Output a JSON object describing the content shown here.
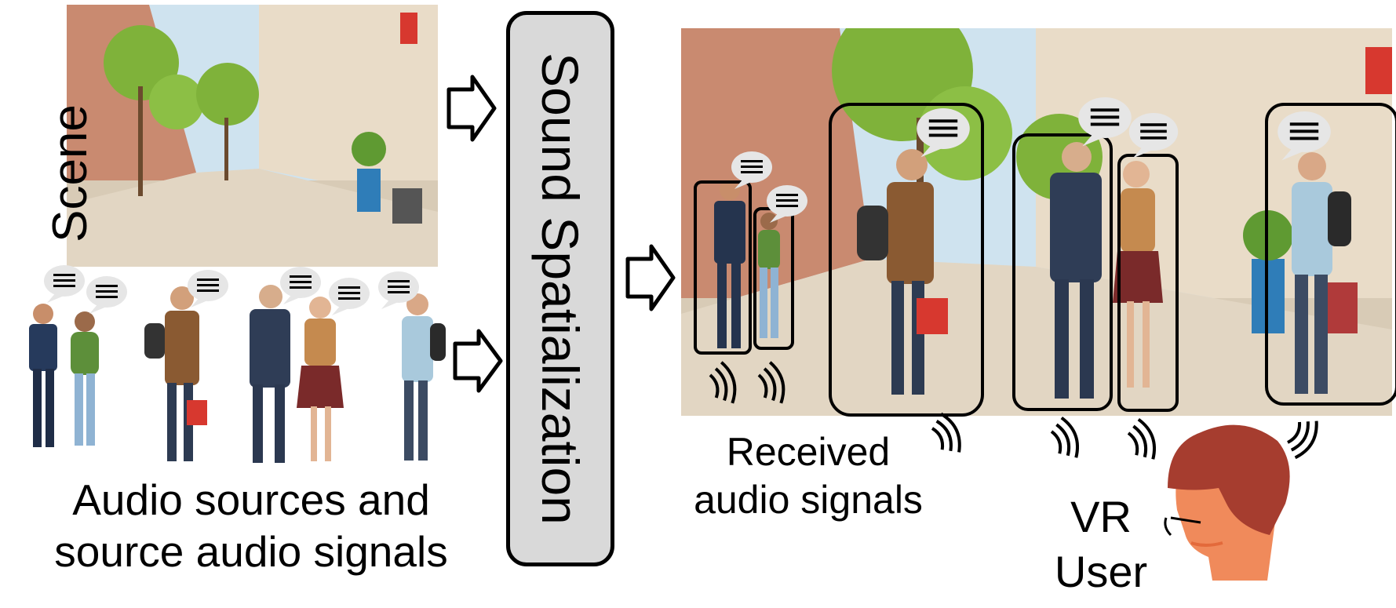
{
  "labels": {
    "scene": "Scene",
    "sources": "Audio sources and source audio signals",
    "spatialization": "Sound Spatialization",
    "received": "Received audio signals",
    "vr_user": "VR User"
  },
  "colors": {
    "sky": "#cfe3ef",
    "pavement": "#d8cbb6",
    "building_left": "#c98a70",
    "building_right": "#e9dcc8",
    "tree": "#7fb23a",
    "box_fill": "#d9d9d9",
    "skin": "#f08a5b",
    "hair": "#a63d2f"
  },
  "icons": [
    "right-arrow-icon",
    "speech-bubble-icon",
    "sound-wave-icon",
    "vr-user-head-icon"
  ]
}
